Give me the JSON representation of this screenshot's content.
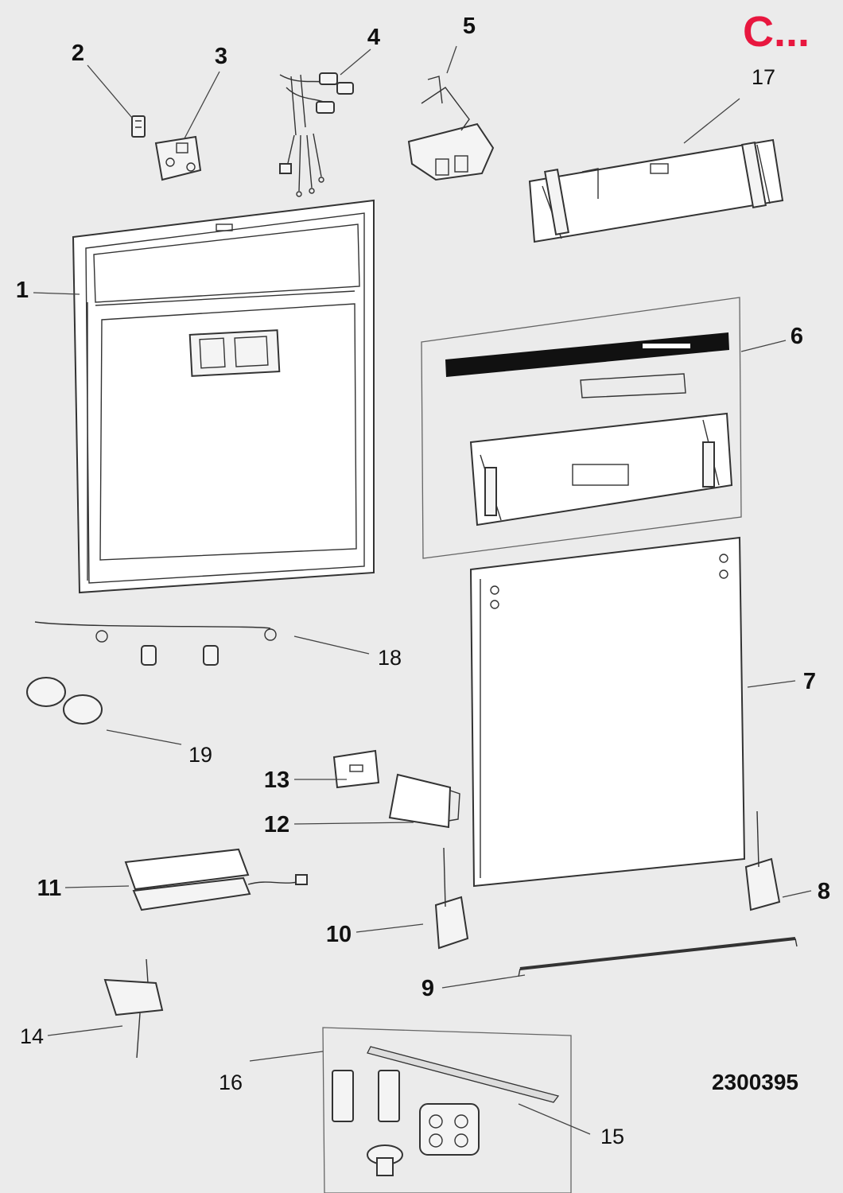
{
  "header": {
    "series_code": "C...",
    "accent_color": "#e8173f"
  },
  "drawing_number": "2300395",
  "labels": {
    "p1": "1",
    "p2": "2",
    "p3": "3",
    "p4": "4",
    "p5": "5",
    "p6": "6",
    "p7": "7",
    "p8": "8",
    "p9": "9",
    "p10": "10",
    "p11": "11",
    "p12": "12",
    "p13": "13",
    "p14": "14",
    "p15": "15",
    "p16": "16",
    "p17": "17",
    "p18": "18",
    "p19": "19"
  }
}
